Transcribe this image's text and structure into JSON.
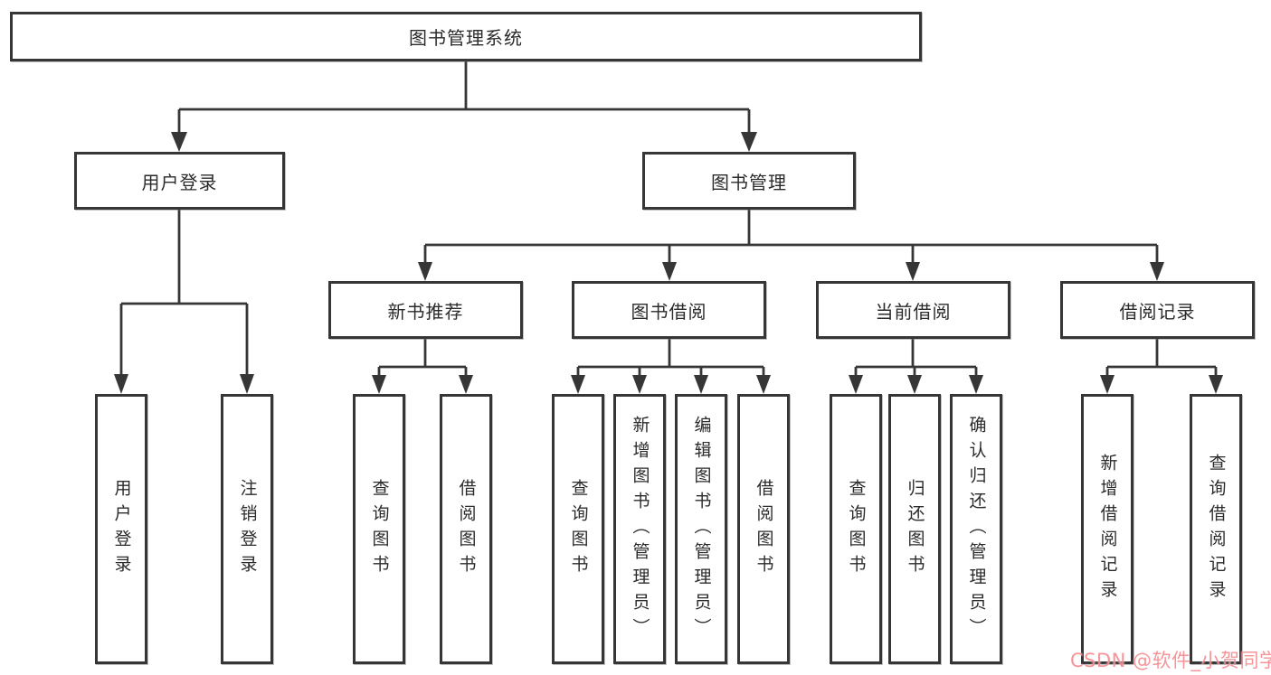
{
  "diagram": {
    "title": "图书管理系统",
    "type": "hierarchy-tree",
    "colors": {
      "line": "#363636",
      "box_border": "#363636",
      "box_fill": "#ffffff",
      "text": "#2b2b2b",
      "watermark": "#f38286"
    }
  },
  "tree": {
    "root": {
      "label": "图书管理系统"
    },
    "children": [
      {
        "label": "用户登录",
        "children": [
          {
            "label": "用户登录"
          },
          {
            "label": "注销登录"
          }
        ]
      },
      {
        "label": "图书管理",
        "children": [
          {
            "label": "新书推荐",
            "children": [
              {
                "label": "查询图书"
              },
              {
                "label": "借阅图书"
              }
            ]
          },
          {
            "label": "图书借阅",
            "children": [
              {
                "label": "查询图书"
              },
              {
                "label": "新增图书（管理员）"
              },
              {
                "label": "编辑图书（管理员）"
              },
              {
                "label": "借阅图书"
              }
            ]
          },
          {
            "label": "当前借阅",
            "children": [
              {
                "label": "查询图书"
              },
              {
                "label": "归还图书"
              },
              {
                "label": "确认归还（管理员）"
              }
            ]
          },
          {
            "label": "借阅记录",
            "children": [
              {
                "label": "新增借阅记录"
              },
              {
                "label": "查询借阅记录"
              }
            ]
          }
        ]
      }
    ]
  },
  "watermark": {
    "text": "CSDN @软件_小贺同学"
  }
}
